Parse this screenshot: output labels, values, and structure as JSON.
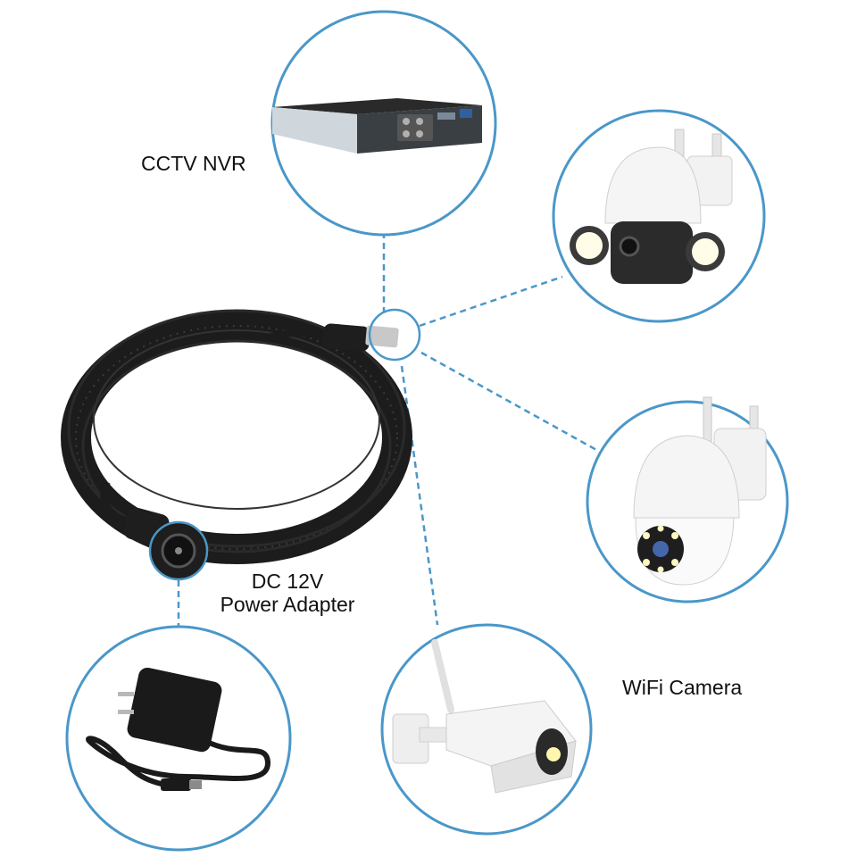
{
  "labels": {
    "nvr": "CCTV NVR",
    "power_line1": "DC 12V",
    "power_line2": "Power Adapter",
    "wifi": "WiFi Camera"
  },
  "colors": {
    "circle_stroke": "#4a97c9",
    "dash": "#4a97c9",
    "cable": "#1c1c1c",
    "device_white": "#f2f2f2"
  },
  "icons": [
    "nvr-recorder-icon",
    "floodlight-ptz-camera-icon",
    "dome-ptz-camera-icon",
    "bullet-camera-icon",
    "power-adapter-icon",
    "coiled-cable-icon"
  ]
}
